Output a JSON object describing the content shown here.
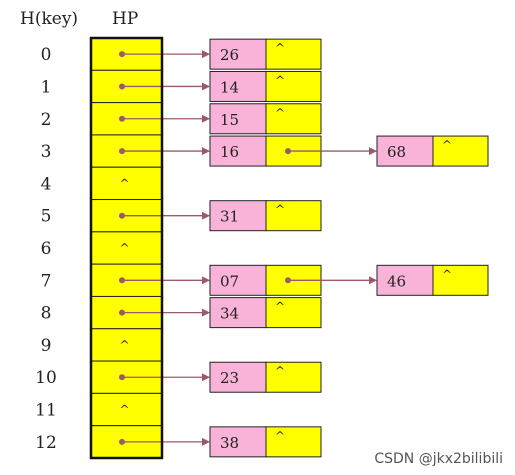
{
  "header": {
    "key_label": "H(key)",
    "table_label": "HP"
  },
  "null_marker": "^",
  "rows": [
    {
      "key": "0",
      "chain": [
        "26"
      ]
    },
    {
      "key": "1",
      "chain": [
        "14"
      ]
    },
    {
      "key": "2",
      "chain": [
        "15"
      ]
    },
    {
      "key": "3",
      "chain": [
        "16",
        "68"
      ]
    },
    {
      "key": "4",
      "chain": []
    },
    {
      "key": "5",
      "chain": [
        "31"
      ]
    },
    {
      "key": "6",
      "chain": []
    },
    {
      "key": "7",
      "chain": [
        "07",
        "46"
      ]
    },
    {
      "key": "8",
      "chain": [
        "34"
      ]
    },
    {
      "key": "9",
      "chain": []
    },
    {
      "key": "10",
      "chain": [
        "23"
      ]
    },
    {
      "key": "11",
      "chain": []
    },
    {
      "key": "12",
      "chain": [
        "38"
      ]
    }
  ],
  "colors": {
    "bucket_fill": "#ffff00",
    "data_fill": "#f9b3d9",
    "pointer_fill": "#ffff00",
    "arrow": "#9b5a6a",
    "border": "#222222"
  },
  "watermark": "CSDN @jkx2bilibili"
}
